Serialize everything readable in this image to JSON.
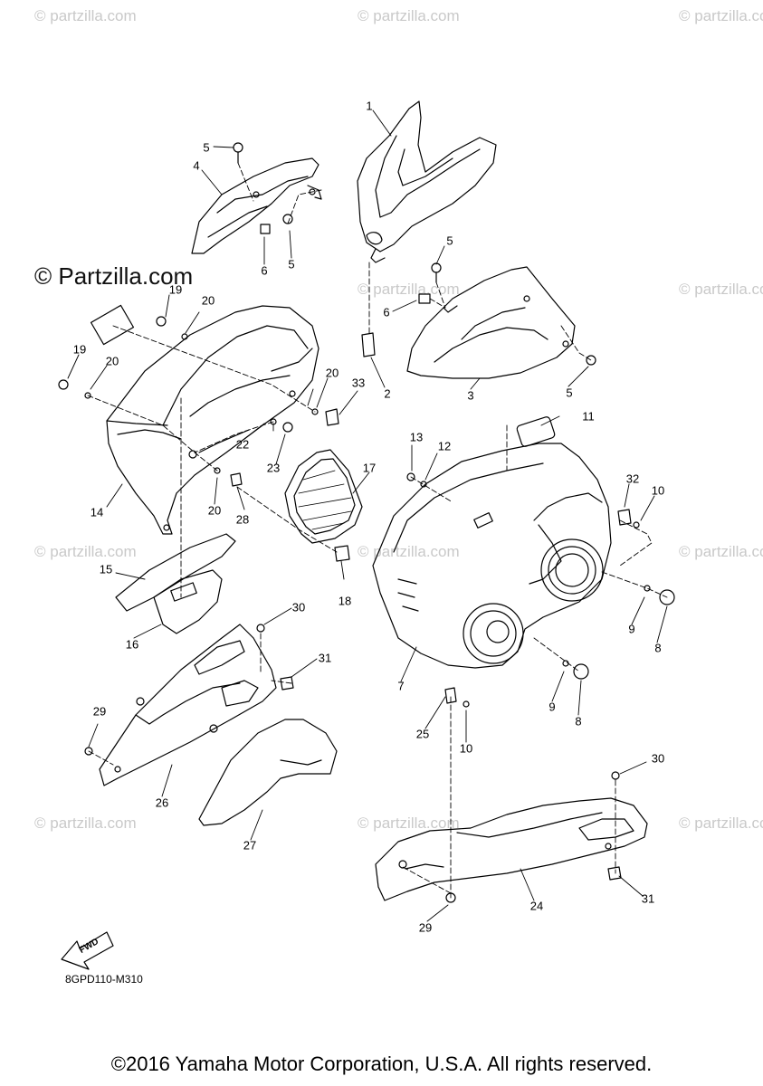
{
  "watermarks": {
    "text": "Partzilla.com",
    "symbol": "©",
    "prominent_text": "© Partzilla.com",
    "faint_text": "© partzilla.com"
  },
  "callouts": [
    "1",
    "2",
    "3",
    "4",
    "5",
    "5",
    "5",
    "5",
    "6",
    "6",
    "7",
    "8",
    "8",
    "9",
    "9",
    "10",
    "10",
    "11",
    "12",
    "13",
    "14",
    "15",
    "16",
    "17",
    "18",
    "19",
    "19",
    "20",
    "20",
    "20",
    "20",
    "22",
    "23",
    "24",
    "25",
    "26",
    "27",
    "28",
    "29",
    "29",
    "30",
    "30",
    "31",
    "31",
    "32",
    "33"
  ],
  "fwd_label": "FWD",
  "diagram_code": "8GPD110-M310",
  "copyright": "©2016 Yamaha Motor Corporation, U.S.A. All rights reserved."
}
